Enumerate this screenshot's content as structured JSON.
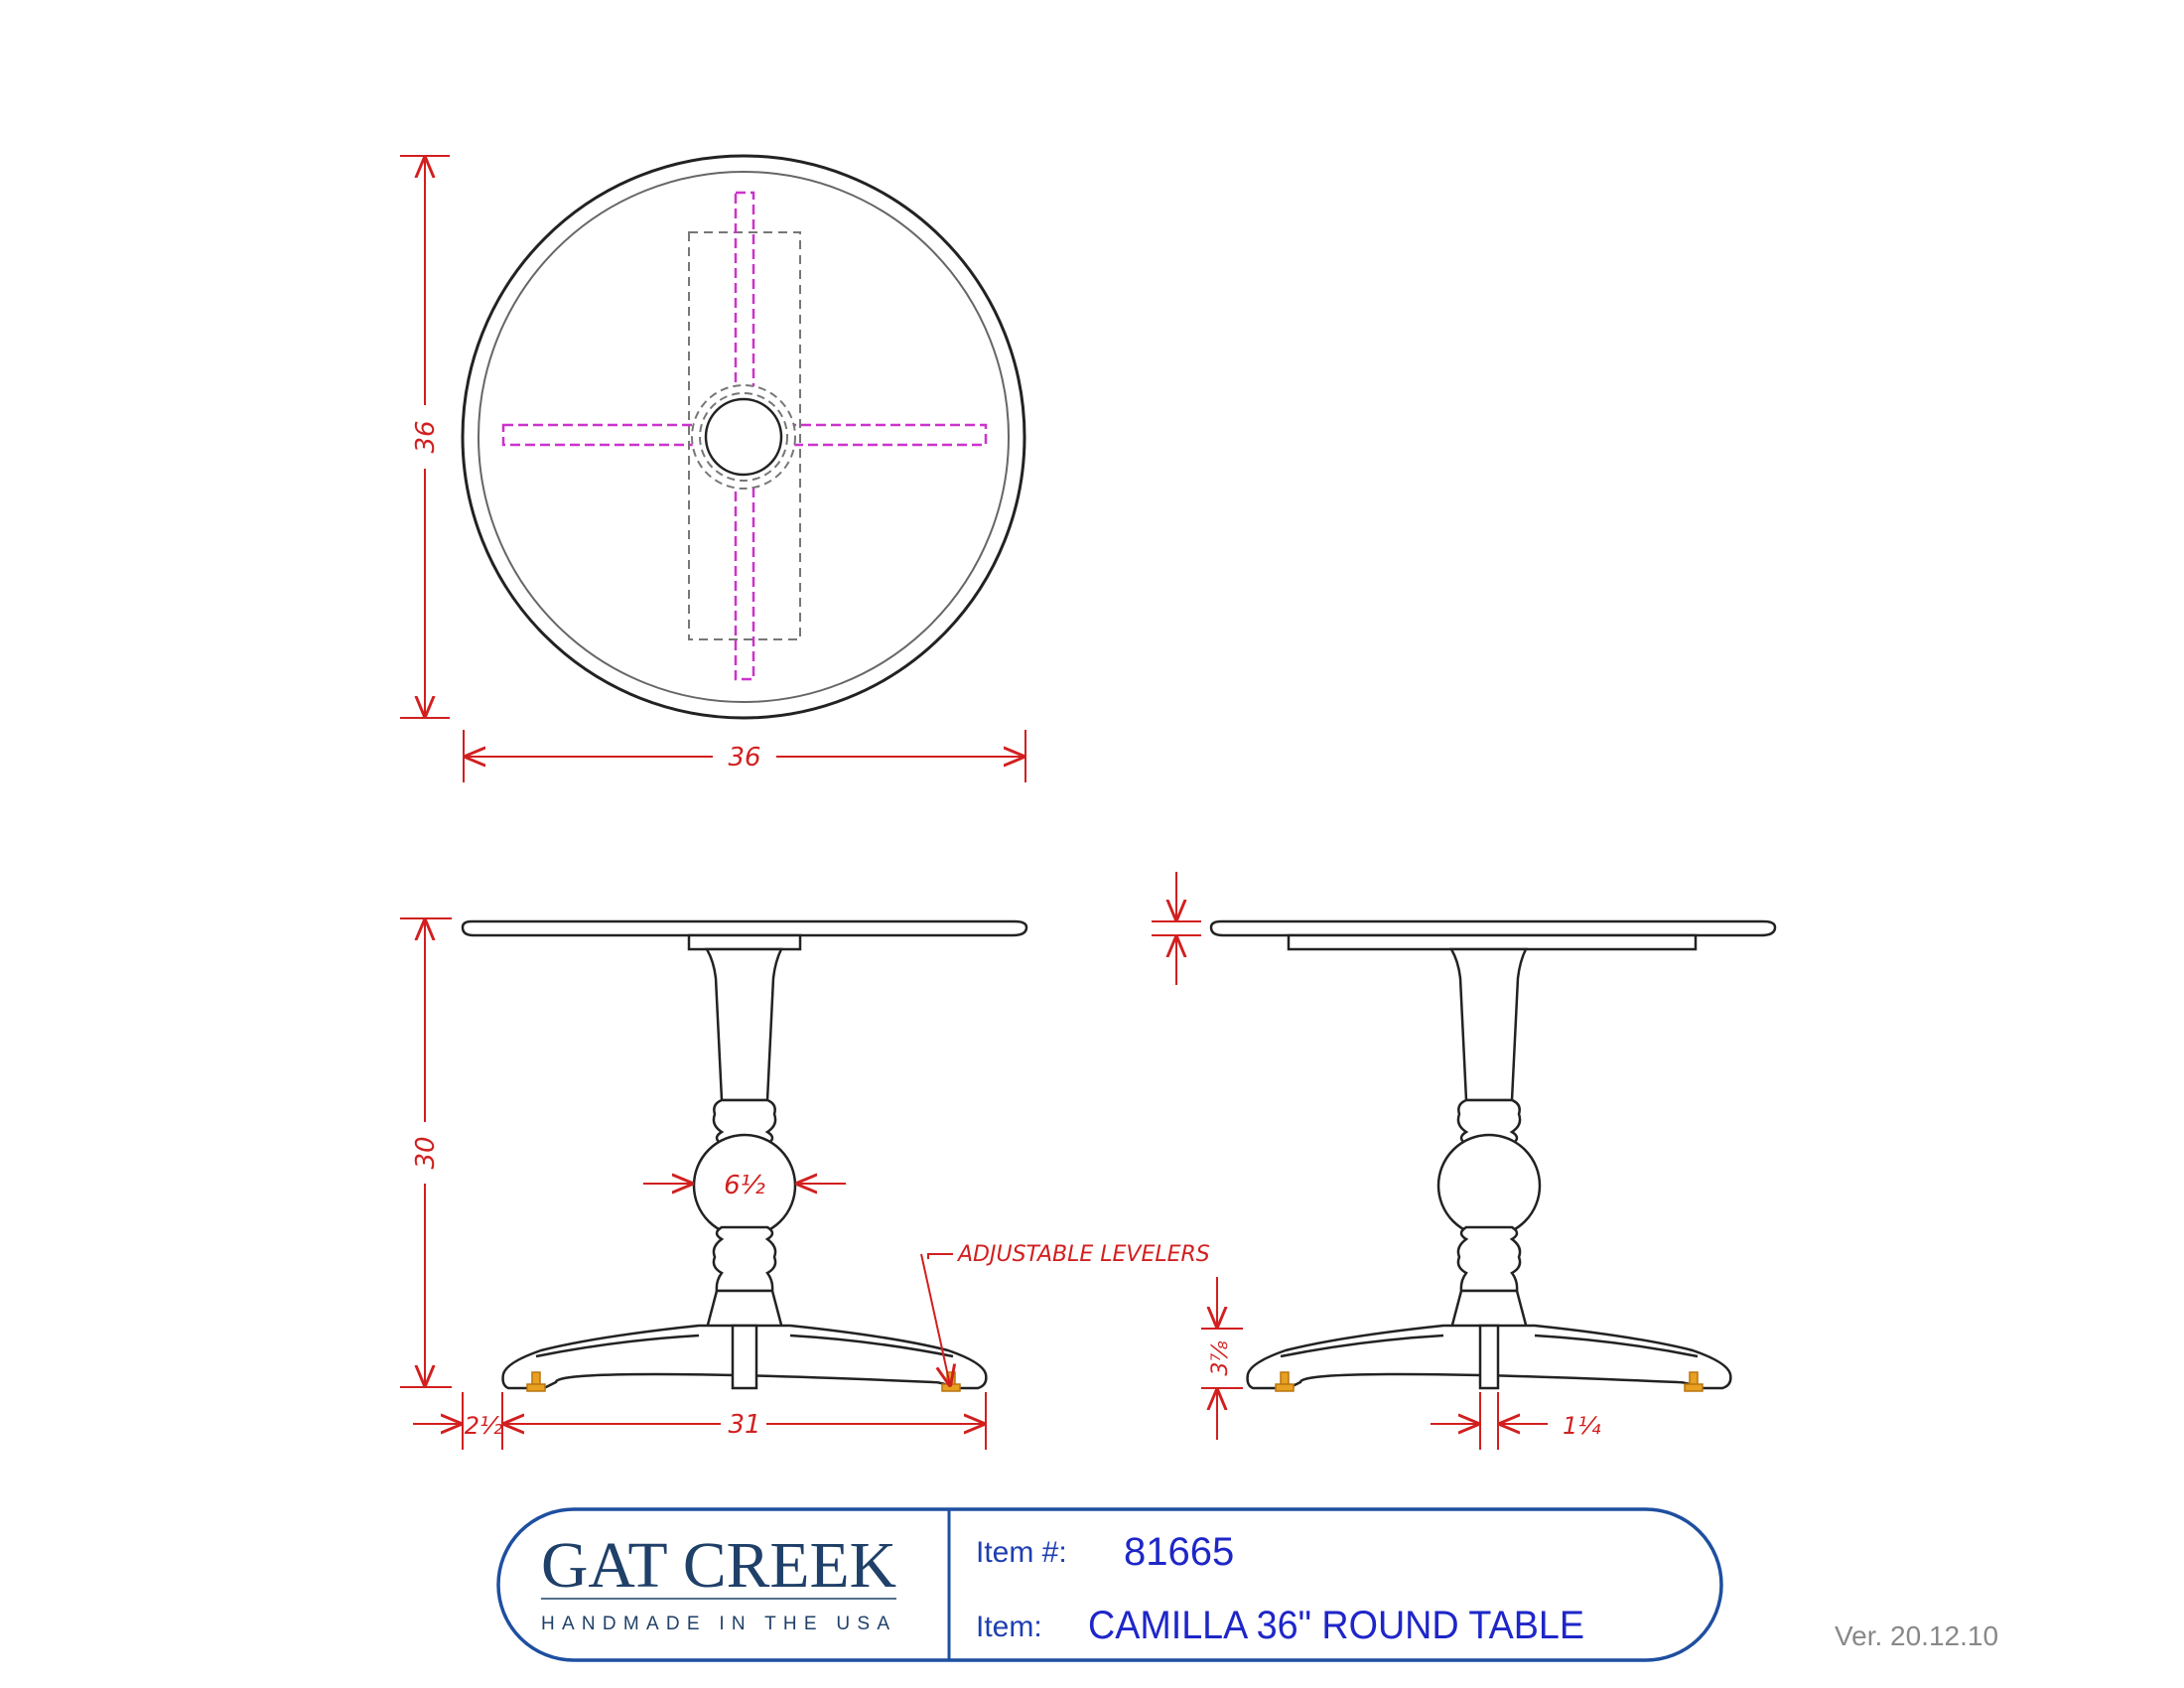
{
  "dimensions": {
    "top_height": "36",
    "top_width": "36",
    "front_height": "30",
    "ball_diameter": "6½",
    "foot_offset": "2½",
    "base_span": "31",
    "foot_height": "3⅞",
    "post_width": "1¼"
  },
  "annotations": {
    "levelers": "ADJUSTABLE LEVELERS"
  },
  "title_block": {
    "brand_name": "GAT CREEK",
    "brand_tagline": "HANDMADE IN THE USA",
    "item_number_label": "Item #:",
    "item_number_value": "81665",
    "item_label": "Item:",
    "item_value": "CAMILLA 36\" ROUND TABLE"
  },
  "version": "Ver. 20.12.10",
  "colors": {
    "dimension": "#d21f1f",
    "outline": "#222222",
    "support": "#cc33cc",
    "hidden": "#777777",
    "leveler": "#e8a020",
    "titleblock": "#1e4fa0"
  }
}
